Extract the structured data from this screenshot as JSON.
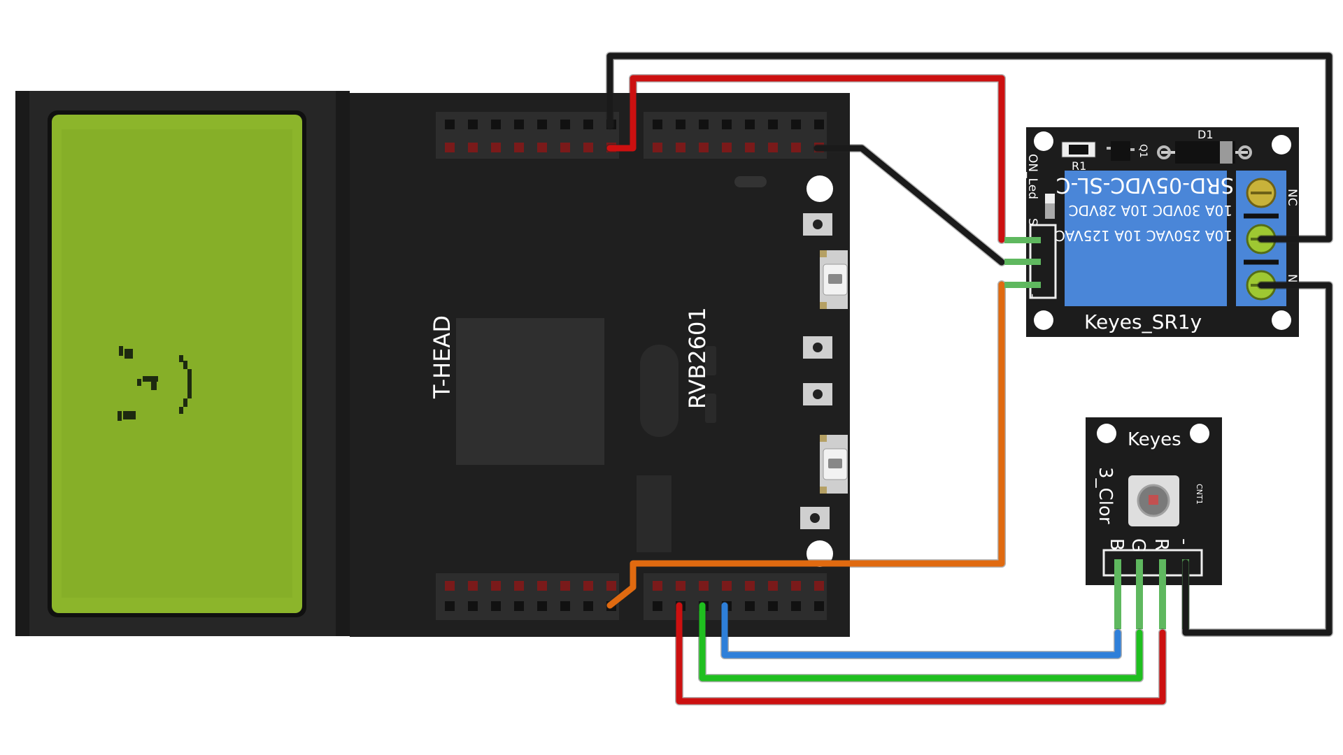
{
  "board": {
    "brand": "T-HEAD",
    "model": "RVB2601"
  },
  "relay": {
    "name": "Keyes_SR1y",
    "relay_part": "SRD-05VDC-SL-C",
    "rating_line1": "10A 30VDC 10A 28VDC",
    "rating_line2": "10A 250VAC 10A 125VAC",
    "label_led": "ON_Led",
    "label_r1": "R1",
    "label_q1": "Q1",
    "label_d1": "D1",
    "label_nc": "NC",
    "label_no": "N",
    "pin_s": "S",
    "pin_minus": "-"
  },
  "rgb": {
    "brand": "Keyes",
    "name": "3_Clor",
    "cnt": "CNT1",
    "pins": [
      "B",
      "G",
      "R",
      "-"
    ]
  },
  "colors": {
    "wire_black": "#1a1a1a",
    "wire_red": "#cc1010",
    "wire_orange": "#e06a10",
    "wire_green": "#1fbf1f",
    "wire_blue": "#2e7fd9",
    "pin_green": "#5fb85f",
    "lcd_green": "#8cb52b",
    "relay_blue": "#4a86d8",
    "board_black": "#1f1f1f"
  }
}
